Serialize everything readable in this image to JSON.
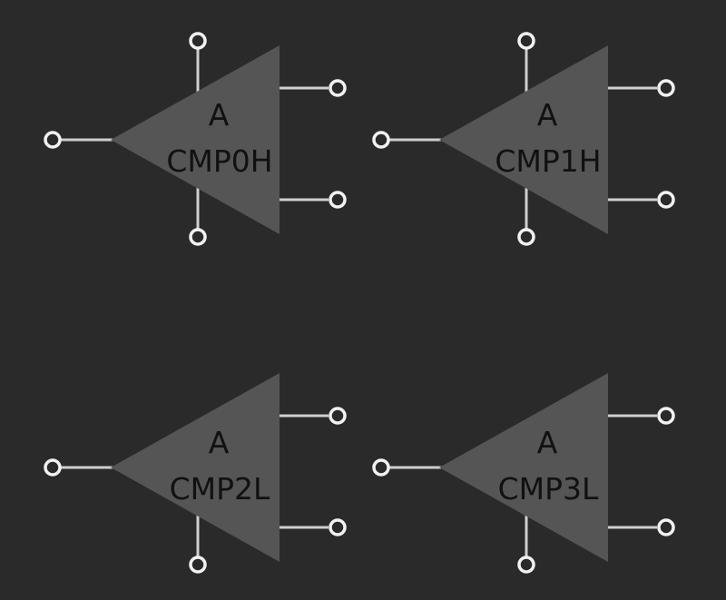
{
  "colors": {
    "background": "#2a2a2a",
    "body_fill": "#555555",
    "wire": "#cfcfcf",
    "pin": "#f2f2f2",
    "label": "#111111"
  },
  "components": [
    {
      "type_label": "A",
      "name": "CMP0H",
      "has_top_pin": true
    },
    {
      "type_label": "A",
      "name": "CMP1H",
      "has_top_pin": true
    },
    {
      "type_label": "A",
      "name": "CMP2L",
      "has_top_pin": false
    },
    {
      "type_label": "A",
      "name": "CMP3L",
      "has_top_pin": false
    }
  ]
}
